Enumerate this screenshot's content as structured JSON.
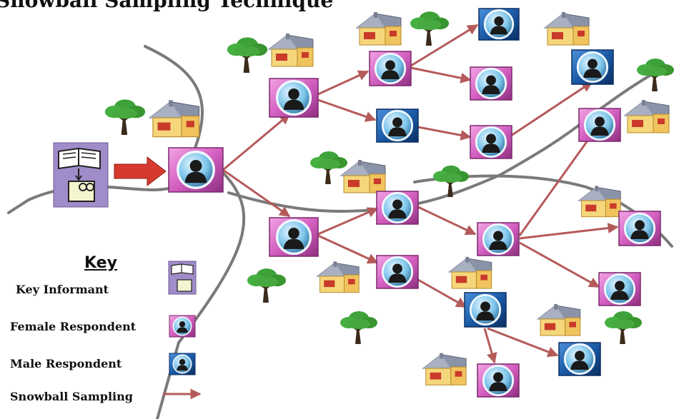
{
  "title": "Snowball Sampling Technique",
  "key": {
    "title": "Key",
    "items": [
      {
        "label": "Key Informant",
        "symbol": "key-informant"
      },
      {
        "label": "Female Respondent",
        "symbol": "female-respondent"
      },
      {
        "label": "Male Respondent",
        "symbol": "male-respondent"
      },
      {
        "label": "Snowball Sampling",
        "symbol": "snowball-arrow"
      }
    ]
  },
  "colors": {
    "female": "#d660c4",
    "male": "#1e5aa8",
    "arrow": "#b55a5a",
    "big_arrow": "#d63a2e",
    "road": "#7a7a7a",
    "tree": "#3ea23a",
    "house_wall": "#f5d67a",
    "house_roof": "#8b93a8"
  }
}
